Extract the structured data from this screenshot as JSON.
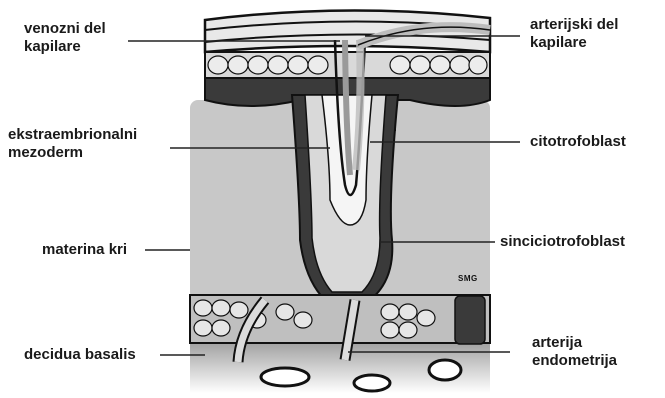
{
  "labels": {
    "venous_part": "venozni del\nkapilare",
    "arterial_part": "arterijski del\nkapilare",
    "extraembryonic_mesoderm": "ekstraembrionalni\nmezoderm",
    "cytotrophoblast": "citotrofoblast",
    "maternal_blood": "materina kri",
    "syncytiotrophoblast": "sinciciotrofoblast",
    "decidua_basalis": "decidua basalis",
    "endometrial_artery": "arterija\nendometrija"
  },
  "signature": "SMG",
  "colors": {
    "maternal_blood": "#c8c8c8",
    "syncytium": "#3a3a3a",
    "cells": "#d9d9d9",
    "vessel": "#bdbdbd",
    "outline": "#111111"
  }
}
